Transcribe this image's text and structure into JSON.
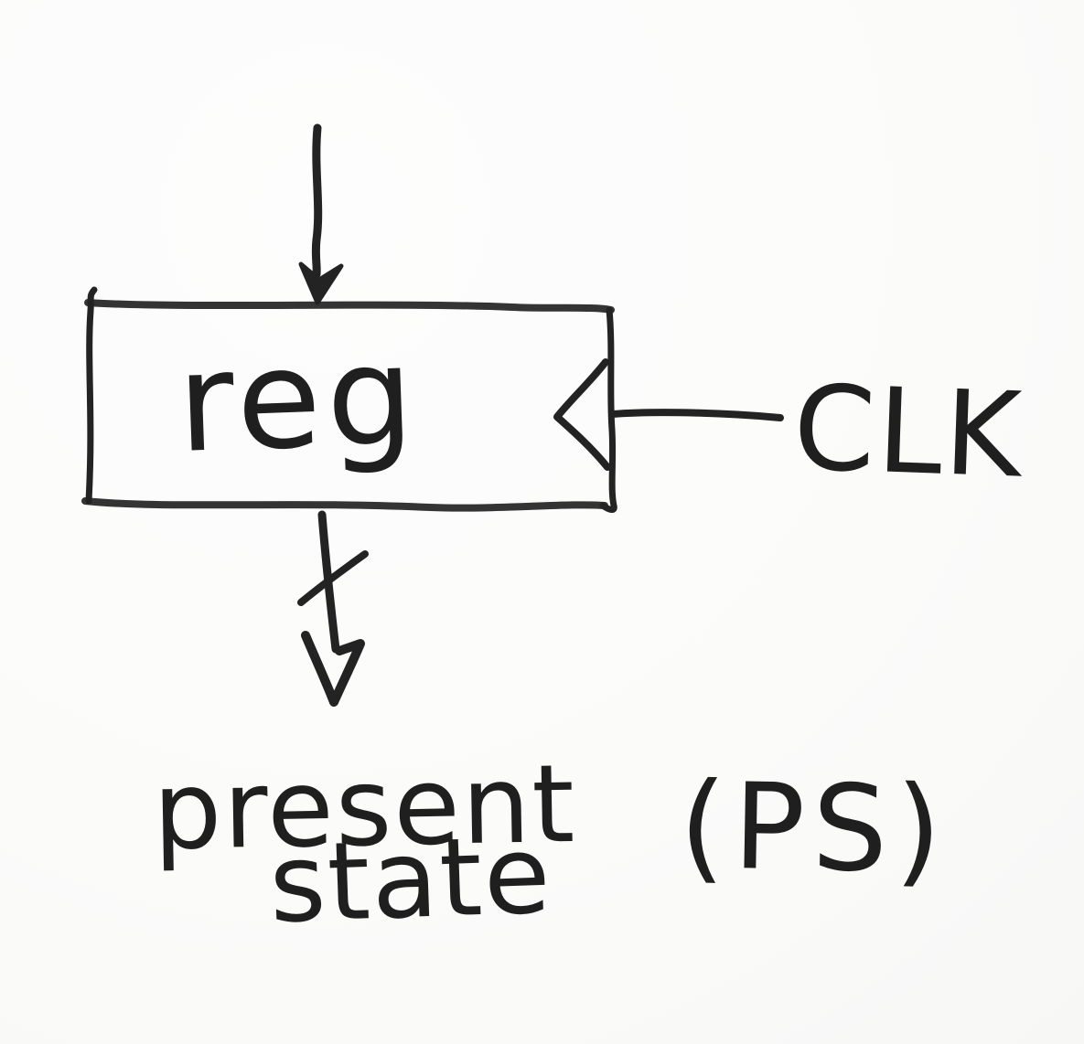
{
  "diagram": {
    "register_label": "reg",
    "clock_label": "CLK",
    "present_state_line1": "present",
    "present_state_line2": "state",
    "present_state_abbrev": "(PS)"
  },
  "shapes": {
    "input_arrow": "arrow-down",
    "register_box": "rectangle-outline",
    "clock_edge_wedge": "triangle-pointing-left",
    "clock_wire": "horizontal-line",
    "bus_width_tick": "diagonal-slash",
    "output_arrow": "arrow-down"
  },
  "colors": {
    "ink": "#232323",
    "paper": "#fbfbfa"
  }
}
